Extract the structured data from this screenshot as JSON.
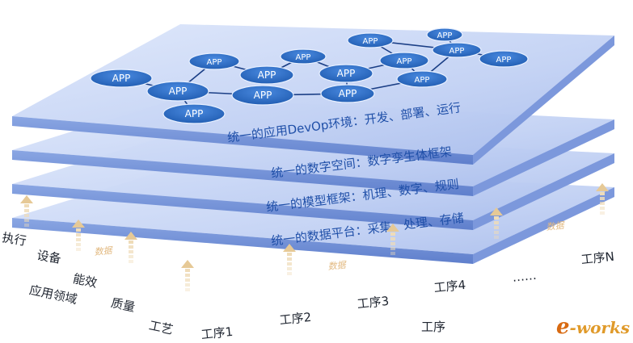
{
  "layers": [
    {
      "label": "统一的应用DevOp环境：开发、部署、运行"
    },
    {
      "label": "统一的数字空间：数字孪生体框架"
    },
    {
      "label": "统一的模型框架：机理、数字、规则"
    },
    {
      "label": "统一的数据平台：采集、处理、存储"
    }
  ],
  "app_label": "APP",
  "arrow_label": "数据",
  "left_items": [
    "执行",
    "设备",
    "能效",
    "质量",
    "工艺"
  ],
  "left_caption": "应用领域",
  "processes": [
    "工序1",
    "工序2",
    "工序3",
    "工序4",
    "……",
    "工序N"
  ],
  "process_caption": "工序",
  "logo": {
    "e": "e",
    "rest": "-works"
  },
  "colors": {
    "plate_top": "#b9c9f0",
    "plate_edge": "#6f8fd6",
    "node": "#2f6fc4",
    "text_blue": "#1f4fa8"
  }
}
